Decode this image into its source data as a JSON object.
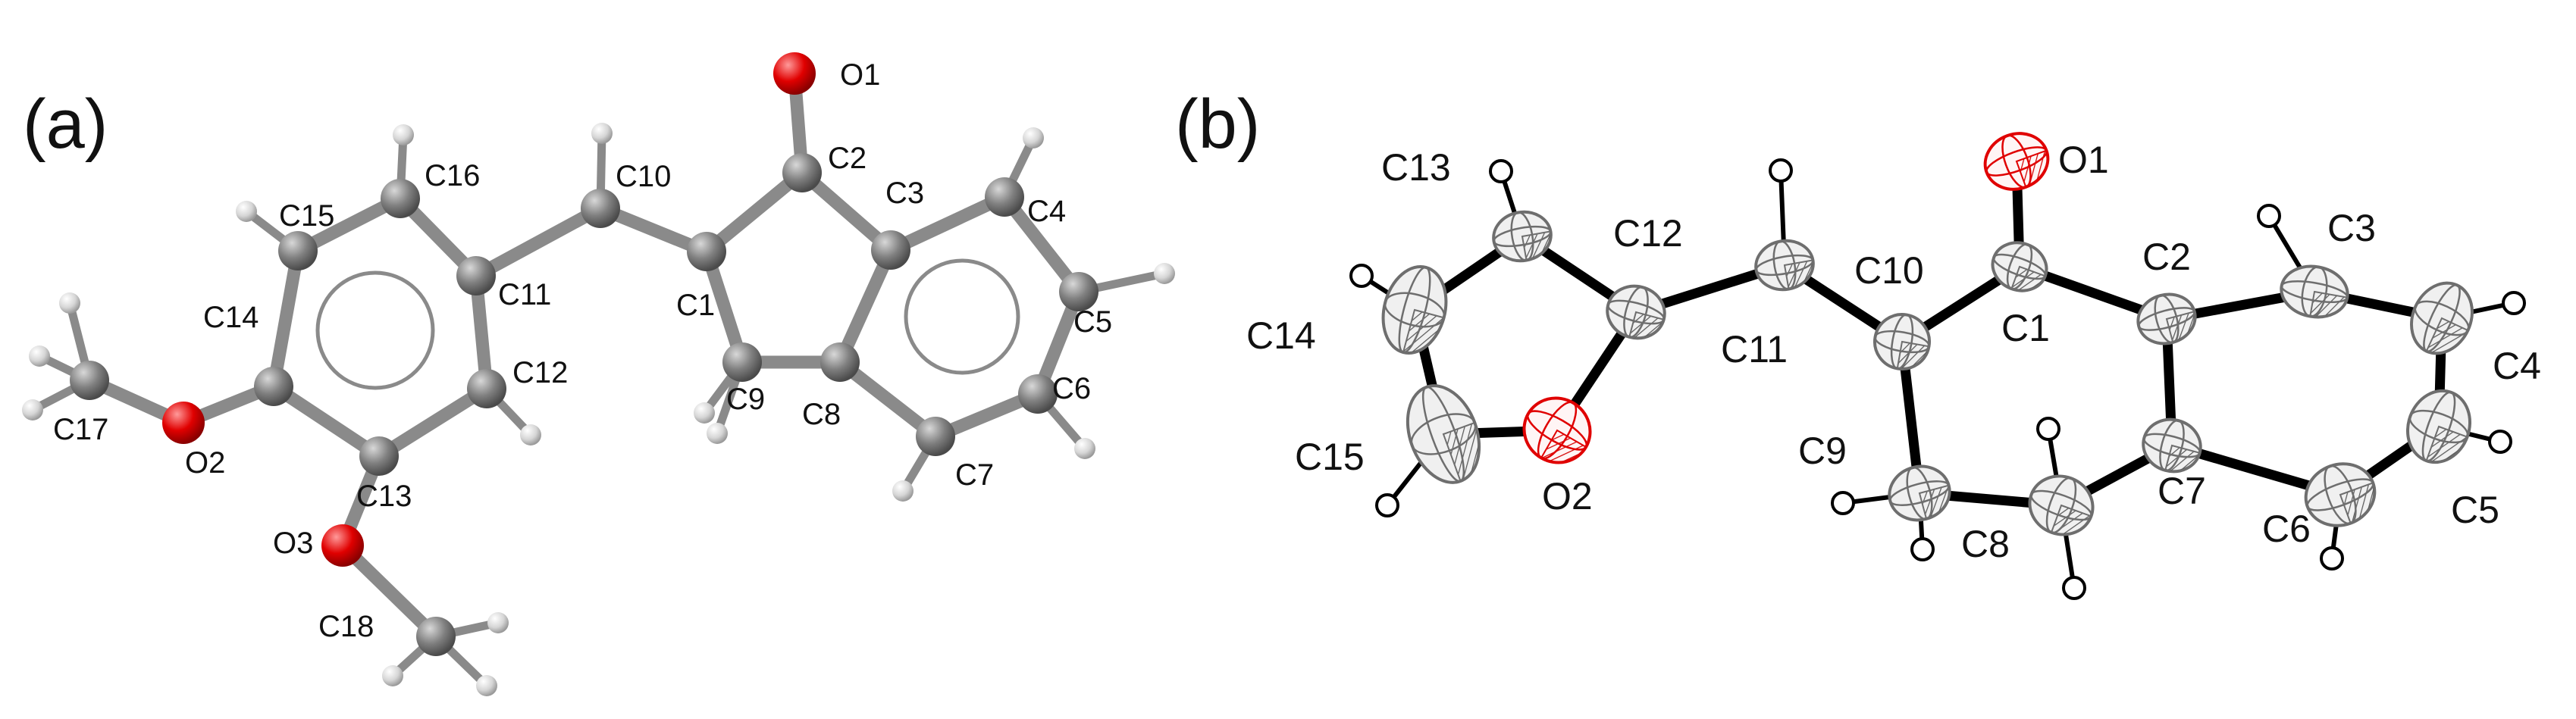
{
  "panels": [
    {
      "id": "a",
      "label": "(a)",
      "style": "ball-and-stick",
      "atom_labels": [
        "O1",
        "C2",
        "C3",
        "C4",
        "C5",
        "C6",
        "C7",
        "C8",
        "C9",
        "C1",
        "C10",
        "C11",
        "C12",
        "C13",
        "C14",
        "C15",
        "C16",
        "C17",
        "C18",
        "O2",
        "O3"
      ]
    },
    {
      "id": "b",
      "label": "(b)",
      "style": "thermal-ellipsoid",
      "atom_labels": [
        "O1",
        "C1",
        "C2",
        "C3",
        "C4",
        "C5",
        "C6",
        "C7",
        "C8",
        "C9",
        "C10",
        "C11",
        "C12",
        "C13",
        "C14",
        "C15",
        "O2"
      ]
    }
  ],
  "colors": {
    "carbon": "#7a7a7a",
    "oxygen": "#e00000",
    "hydrogen": "#d6d6d6",
    "bond_a": "#8a8a8a",
    "bond_b": "#000000",
    "ellipsoid_fill": "#f0f0f0",
    "ellipsoid_stroke": "#6e6e6e"
  }
}
